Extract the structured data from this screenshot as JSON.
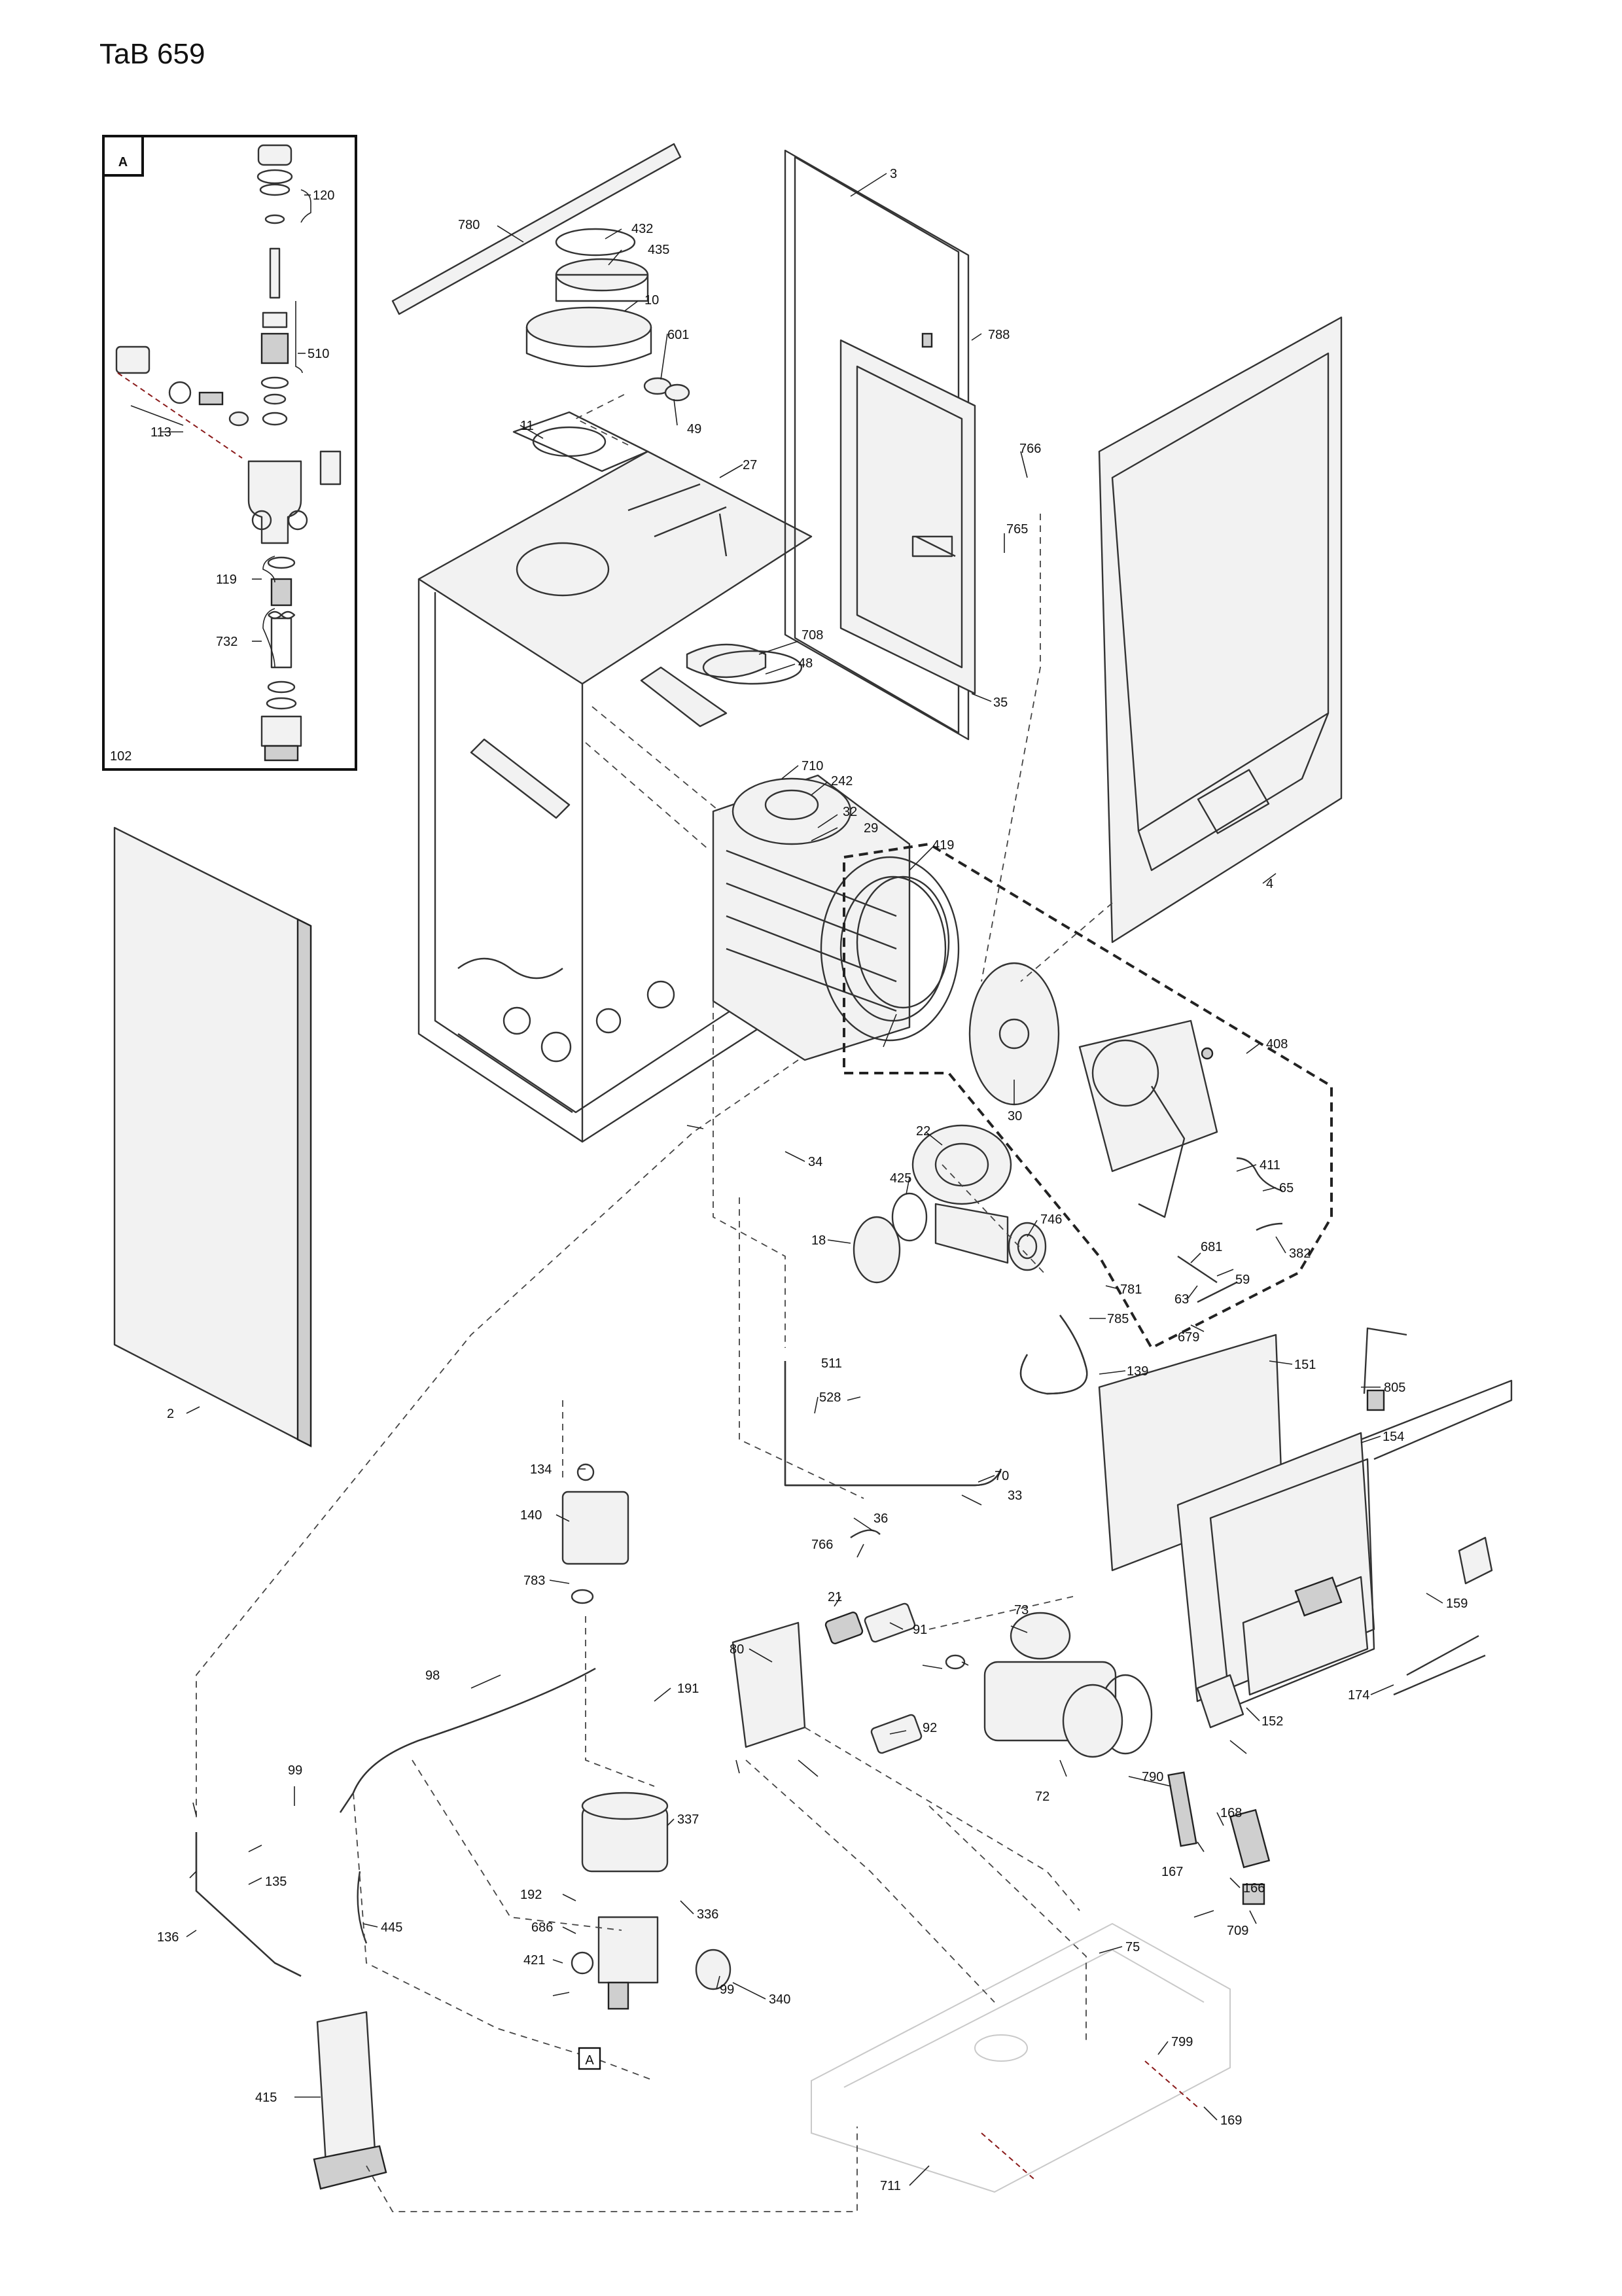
{
  "page": {
    "title": "TaB 659"
  },
  "inset": {
    "letter": "A",
    "number": "102"
  },
  "callout_marker": "A",
  "labels": [
    "120",
    "510",
    "113",
    "119",
    "732",
    "780",
    "432",
    "435",
    "10",
    "601",
    "49",
    "11",
    "27",
    "3",
    "788",
    "766",
    "765",
    "35",
    "708",
    "48",
    "710",
    "242",
    "32",
    "29",
    "419",
    "408",
    "30",
    "411",
    "65",
    "382",
    "22",
    "425",
    "746",
    "18",
    "681",
    "63",
    "59",
    "679",
    "781",
    "785",
    "139",
    "151",
    "805",
    "154",
    "159",
    "152",
    "174",
    "511",
    "528",
    "70",
    "33",
    "36",
    "134",
    "140",
    "783",
    "766",
    "21",
    "91",
    "73",
    "80",
    "191",
    "98",
    "92",
    "72",
    "790",
    "168",
    "167",
    "166",
    "709",
    "99",
    "135",
    "136",
    "337",
    "192",
    "686",
    "336",
    "421",
    "99",
    "340",
    "445",
    "415",
    "75",
    "799",
    "711",
    "169",
    "2",
    "34",
    "4"
  ]
}
